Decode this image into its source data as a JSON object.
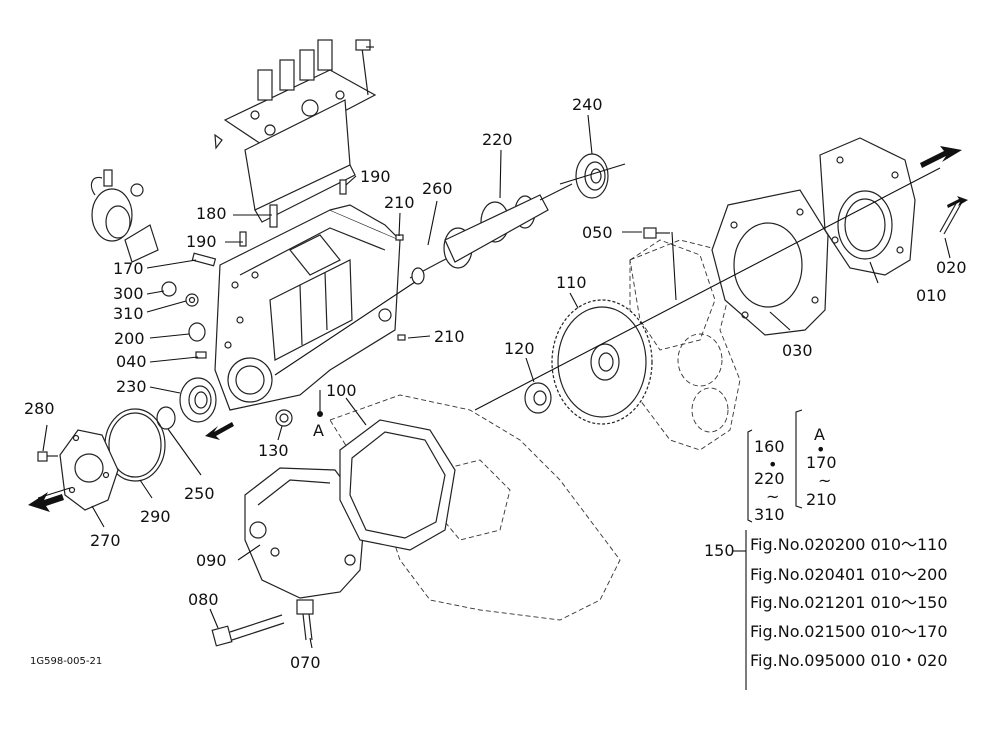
{
  "diagram_id": "1G598-005-21",
  "callouts": {
    "c010": "010",
    "c020": "020",
    "c030": "030",
    "c040": "040",
    "c050": "050",
    "c070": "070",
    "c080": "080",
    "c090": "090",
    "c100": "100",
    "c110": "110",
    "c120": "120",
    "c130": "130",
    "c170": "170",
    "c180": "180",
    "c190a": "190",
    "c190b": "190",
    "c200": "200",
    "c210a": "210",
    "c210b": "210",
    "c220": "220",
    "c230": "230",
    "c240": "240",
    "c250": "250",
    "c260": "260",
    "c270": "270",
    "c280": "280",
    "c290": "290",
    "c300": "300",
    "c310": "310"
  },
  "marker_a": "A",
  "kit_box": {
    "col1": [
      "160",
      "220",
      "310"
    ],
    "col2": [
      "A",
      "170",
      "210"
    ],
    "dot": "•",
    "tilde": "~"
  },
  "ref_label": "150",
  "fig_refs": [
    "Fig.No.020200  010～110",
    "Fig.No.020401  010～200",
    "Fig.No.021201  010～150",
    "Fig.No.021500  010～170",
    "Fig.No.095000  010・020"
  ]
}
